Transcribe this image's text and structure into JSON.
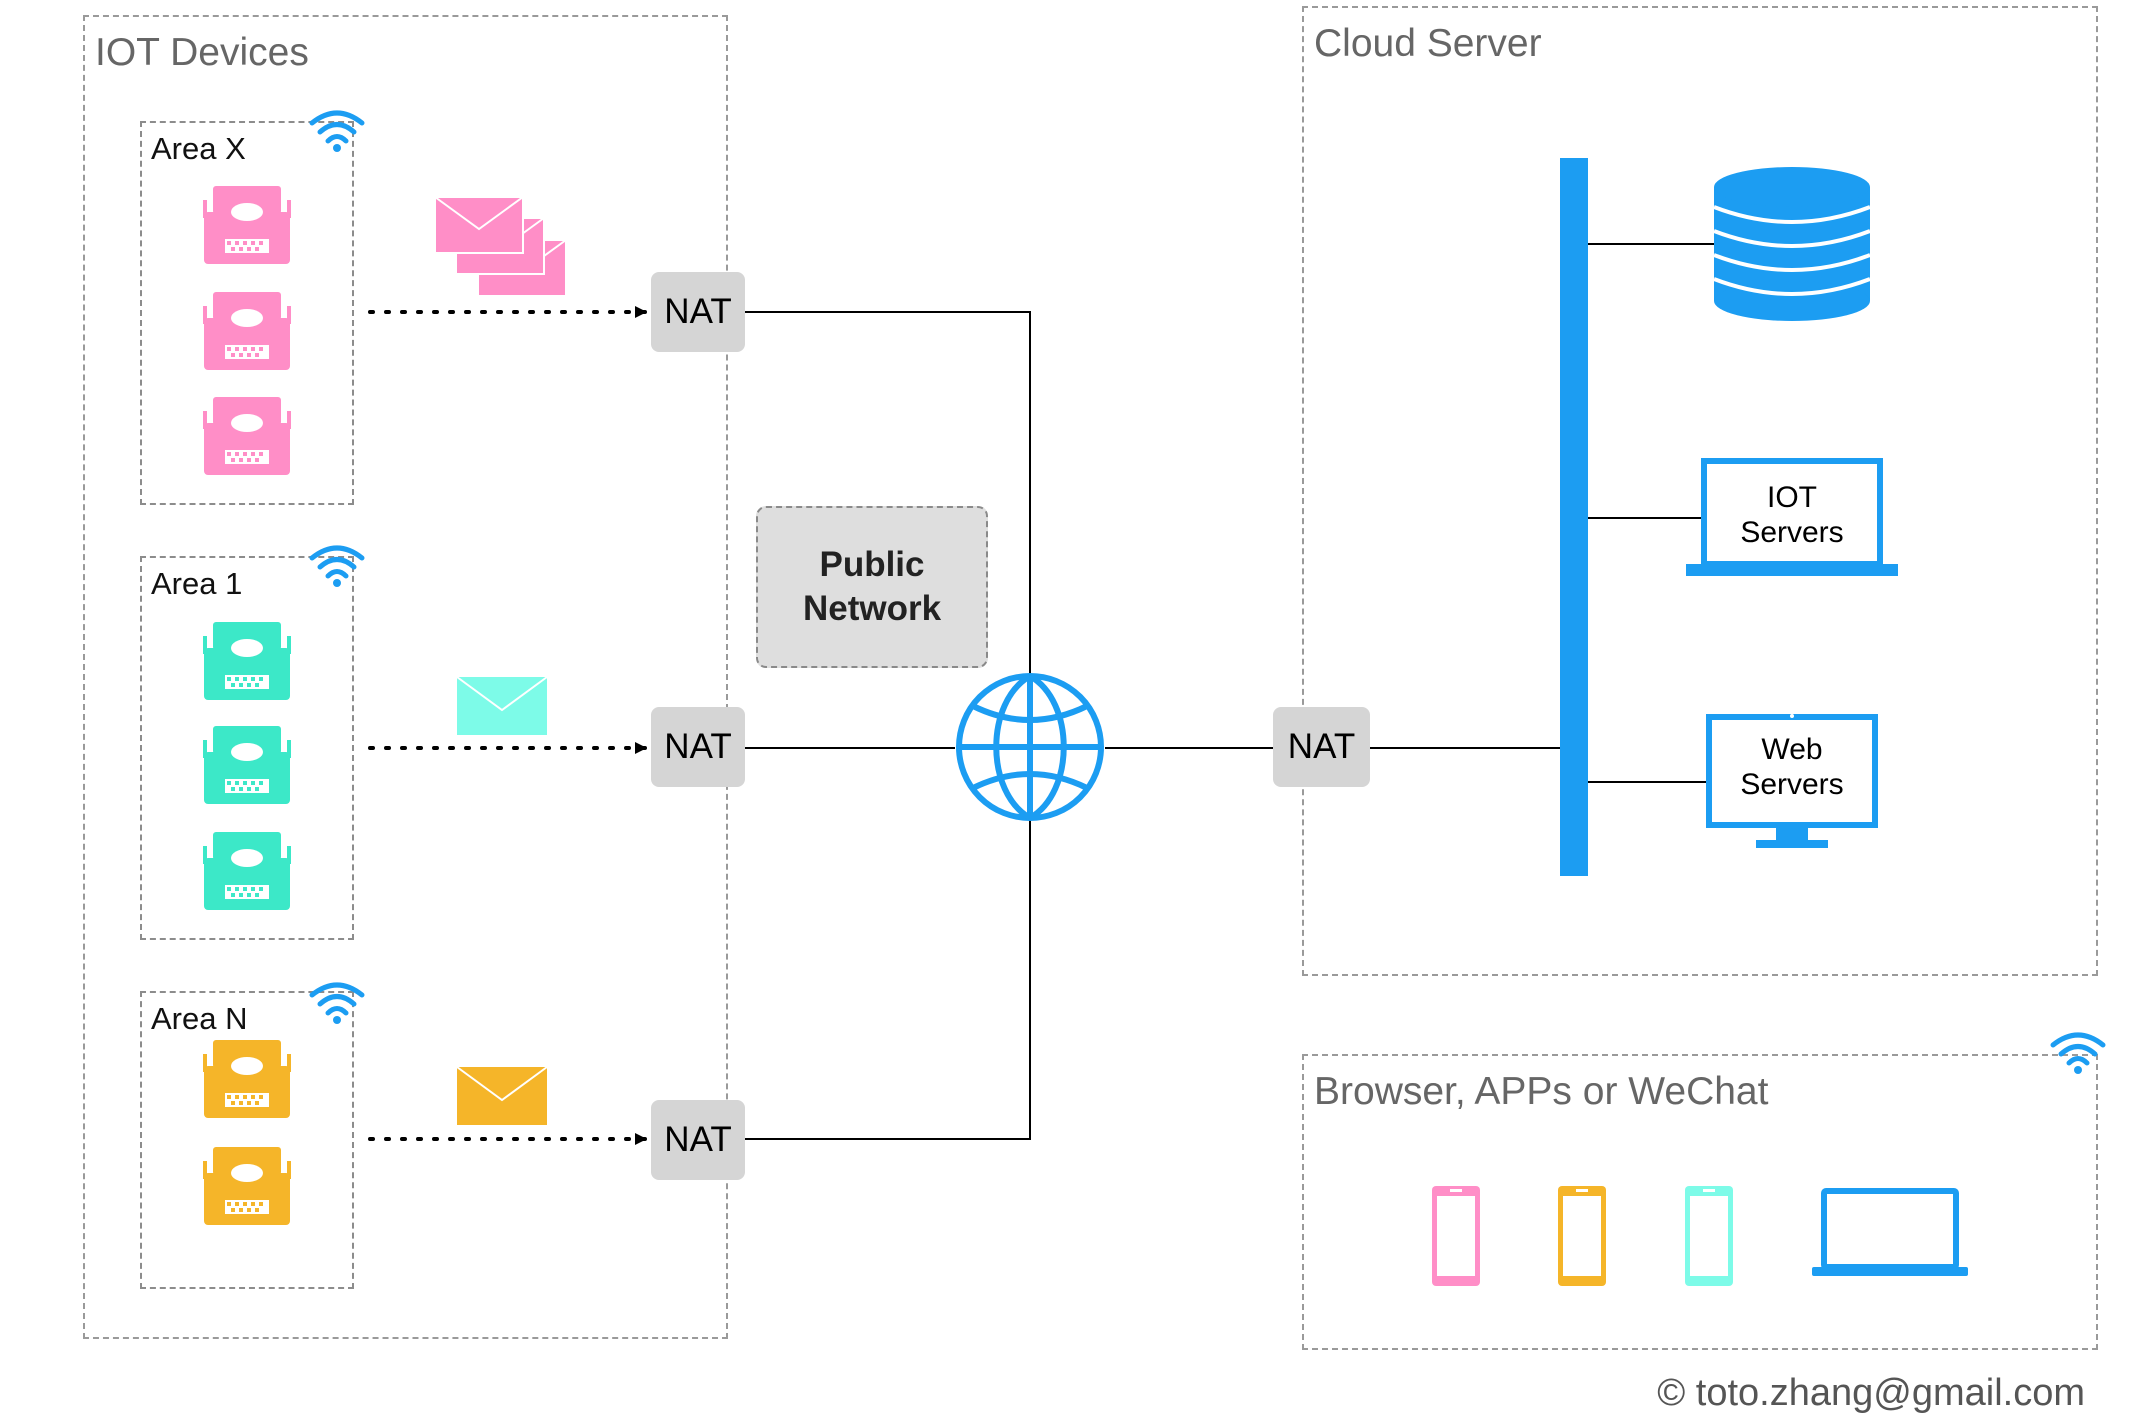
{
  "groups": {
    "iot_devices": "IOT Devices",
    "cloud_server": "Cloud Server",
    "clients": "Browser, APPs or WeChat"
  },
  "areas": {
    "x": "Area X",
    "one": "Area 1",
    "n": "Area N"
  },
  "nat_label": "NAT",
  "public_network": "Public Network",
  "servers": {
    "iot": "IOT Servers",
    "web": "Web Servers"
  },
  "copyright": "© toto.zhang@gmail.com",
  "colors": {
    "pink": "#ff8ec7",
    "teal": "#3ce8c8",
    "orange": "#f5b529",
    "blue": "#1c9df2",
    "cyan": "#7dfbe8"
  },
  "icons": [
    "typewriter-icon",
    "envelope-icon",
    "wifi-icon",
    "globe-icon",
    "database-icon",
    "laptop-icon",
    "monitor-icon",
    "phone-icon"
  ]
}
